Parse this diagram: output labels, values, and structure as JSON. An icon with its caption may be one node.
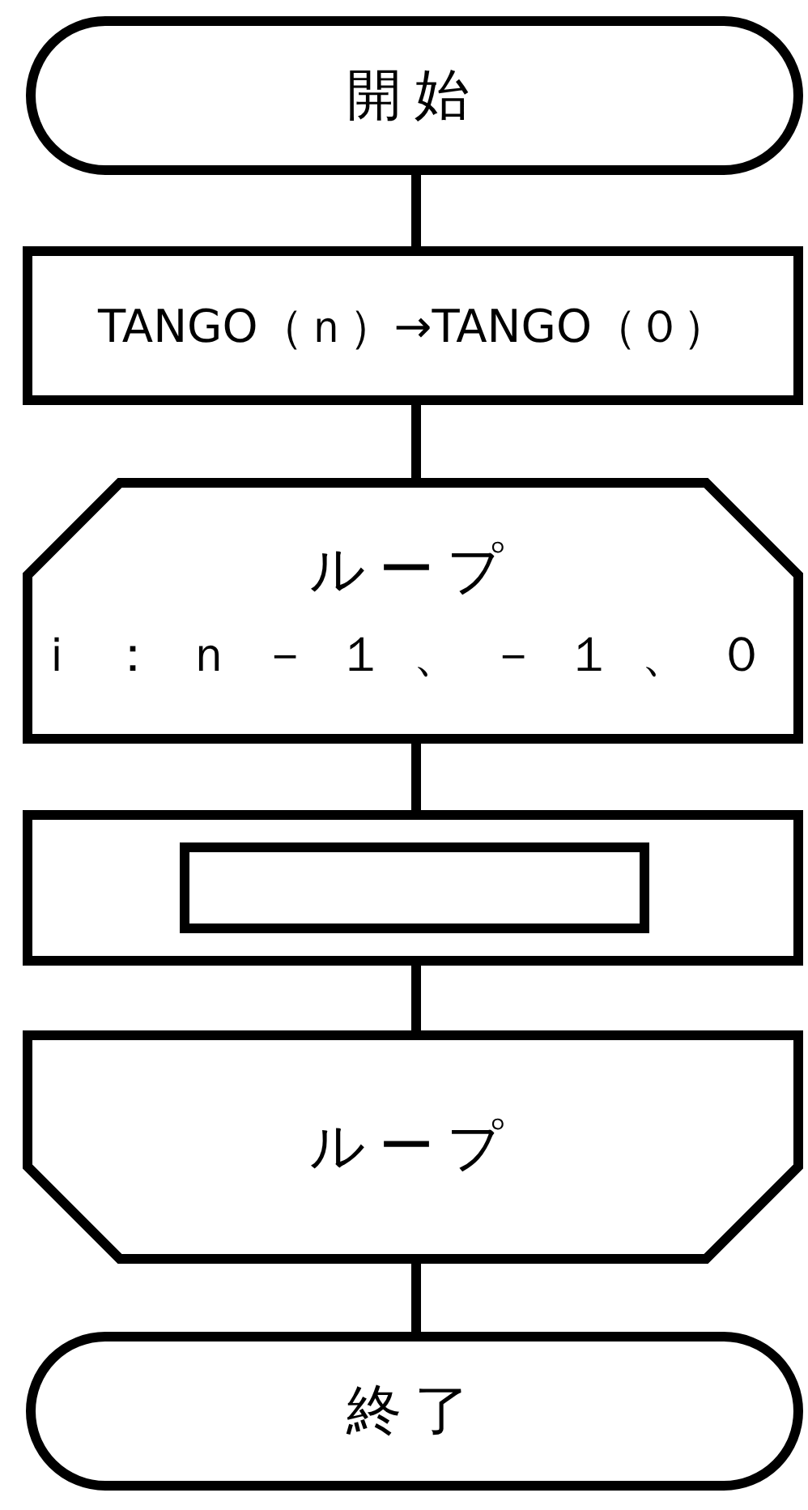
{
  "diagram": {
    "nodes": [
      {
        "text": [
          "開始"
        ]
      },
      {
        "text": [
          "TANGO（ｎ）→TANGO（０）"
        ]
      },
      {
        "text": [
          "ループ",
          "ｉ：ｎ－１、－１、０"
        ]
      },
      {
        "text": [],
        "shape": "box"
      },
      {
        "text": [],
        "shape": "box",
        "in": 3
      },
      {
        "text": [
          "ループ"
        ]
      },
      {
        "text": [
          "終了"
        ]
      }
    ],
    "edges": [
      {
        "from": 0,
        "to": 1,
        "arrow": "none"
      },
      {
        "from": 1,
        "to": 2,
        "arrow": "none"
      },
      {
        "from": 2,
        "to": 3,
        "arrow": "none"
      },
      {
        "from": 3,
        "to": 5,
        "arrow": "none"
      },
      {
        "from": 5,
        "to": 6,
        "arrow": "none"
      }
    ]
  }
}
